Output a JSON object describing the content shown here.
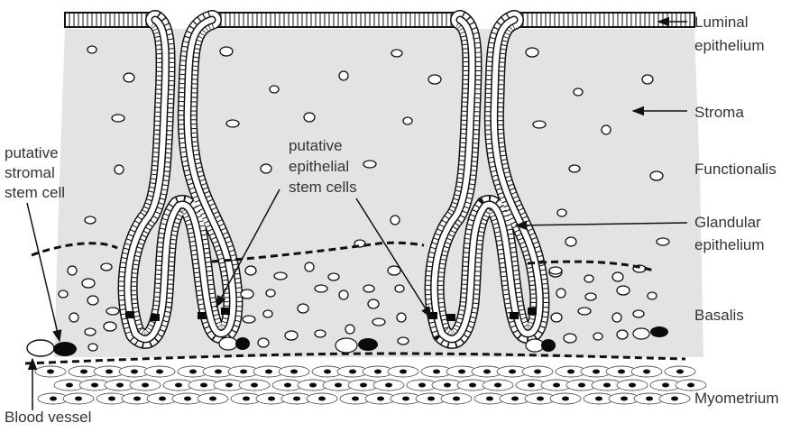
{
  "labels": {
    "luminal_epithelium": [
      "Luminal",
      "epithelium"
    ],
    "stroma": "Stroma",
    "functionalis": "Functionalis",
    "glandular_epithelium": [
      "Glandular",
      "epithelium"
    ],
    "basalis": "Basalis",
    "myometrium": "Myometrium",
    "putative_stromal_stem_cell": [
      "putative",
      "stromal",
      "stem cell"
    ],
    "putative_epithelial_stem_cells": [
      "putative",
      "epithelial",
      "stem cells"
    ],
    "blood_vessel": "Blood vessel"
  },
  "colors": {
    "tissue_fill": "#e3e3e3",
    "outline": "#111111",
    "cell_nucleus": "#0a0a0a",
    "text": "#333333"
  }
}
